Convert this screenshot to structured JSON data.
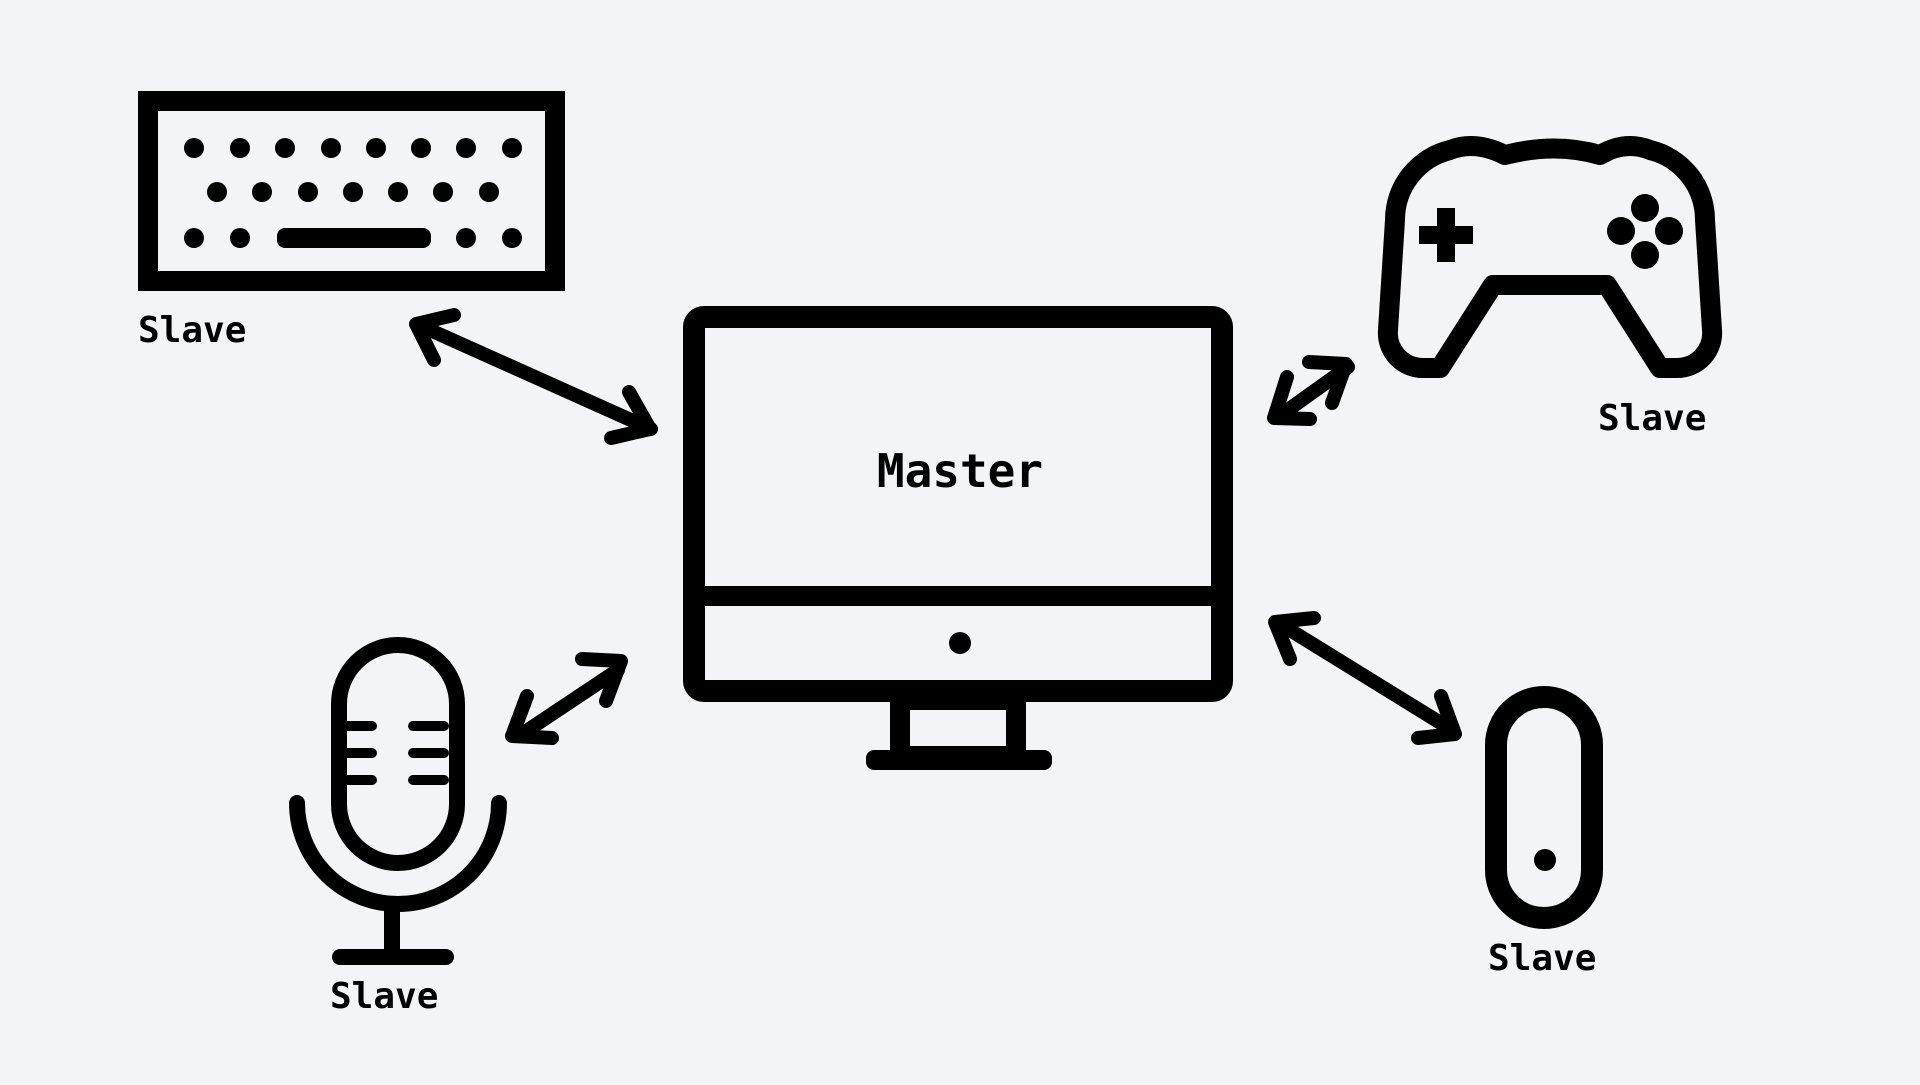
{
  "diagram": {
    "master": {
      "label": "Master",
      "icon": "monitor-icon"
    },
    "slaves": [
      {
        "id": "keyboard",
        "label": "Slave",
        "icon": "keyboard-icon"
      },
      {
        "id": "gamepad",
        "label": "Slave",
        "icon": "gamepad-icon"
      },
      {
        "id": "microphone",
        "label": "Slave",
        "icon": "microphone-icon"
      },
      {
        "id": "mouse",
        "label": "Slave",
        "icon": "mouse-icon"
      }
    ],
    "connections": [
      {
        "from": "master",
        "to": "keyboard",
        "type": "bidirectional"
      },
      {
        "from": "master",
        "to": "gamepad",
        "type": "bidirectional"
      },
      {
        "from": "master",
        "to": "microphone",
        "type": "bidirectional"
      },
      {
        "from": "master",
        "to": "mouse",
        "type": "bidirectional"
      }
    ],
    "colors": {
      "background": "#f3f4f6",
      "stroke": "#000000"
    }
  }
}
